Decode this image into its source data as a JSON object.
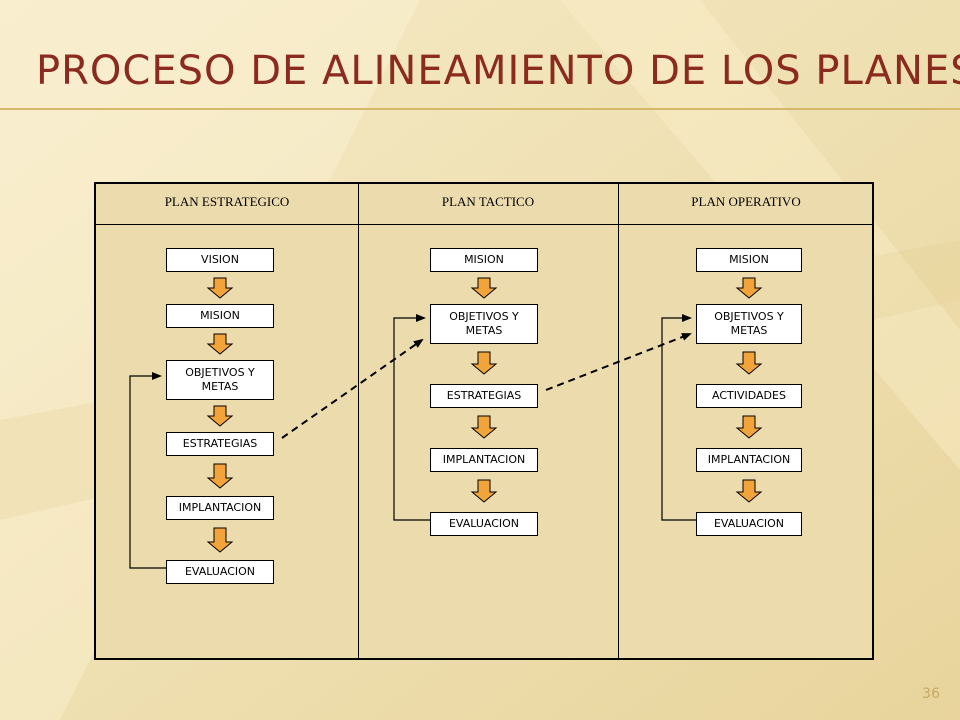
{
  "title": "PROCESO DE ALINEAMIENTO DE LOS PLANES",
  "page_number": "36",
  "columns": [
    {
      "header": "PLAN ESTRATEGICO",
      "boxes": [
        "VISION",
        "MISION",
        "OBJETIVOS Y\nMETAS",
        "ESTRATEGIAS",
        "IMPLANTACION",
        "EVALUACION"
      ]
    },
    {
      "header": "PLAN TACTICO",
      "boxes": [
        "MISION",
        "OBJETIVOS Y\nMETAS",
        "ESTRATEGIAS",
        "IMPLANTACION",
        "EVALUACION"
      ]
    },
    {
      "header": "PLAN OPERATIVO",
      "boxes": [
        "MISION",
        "OBJETIVOS Y\nMETAS",
        "ACTIVIDADES",
        "IMPLANTACION",
        "EVALUACION"
      ]
    }
  ],
  "colors": {
    "title": "#8b2a1e",
    "arrow_fill": "#f2a33a",
    "background": "#f3e6bf"
  }
}
